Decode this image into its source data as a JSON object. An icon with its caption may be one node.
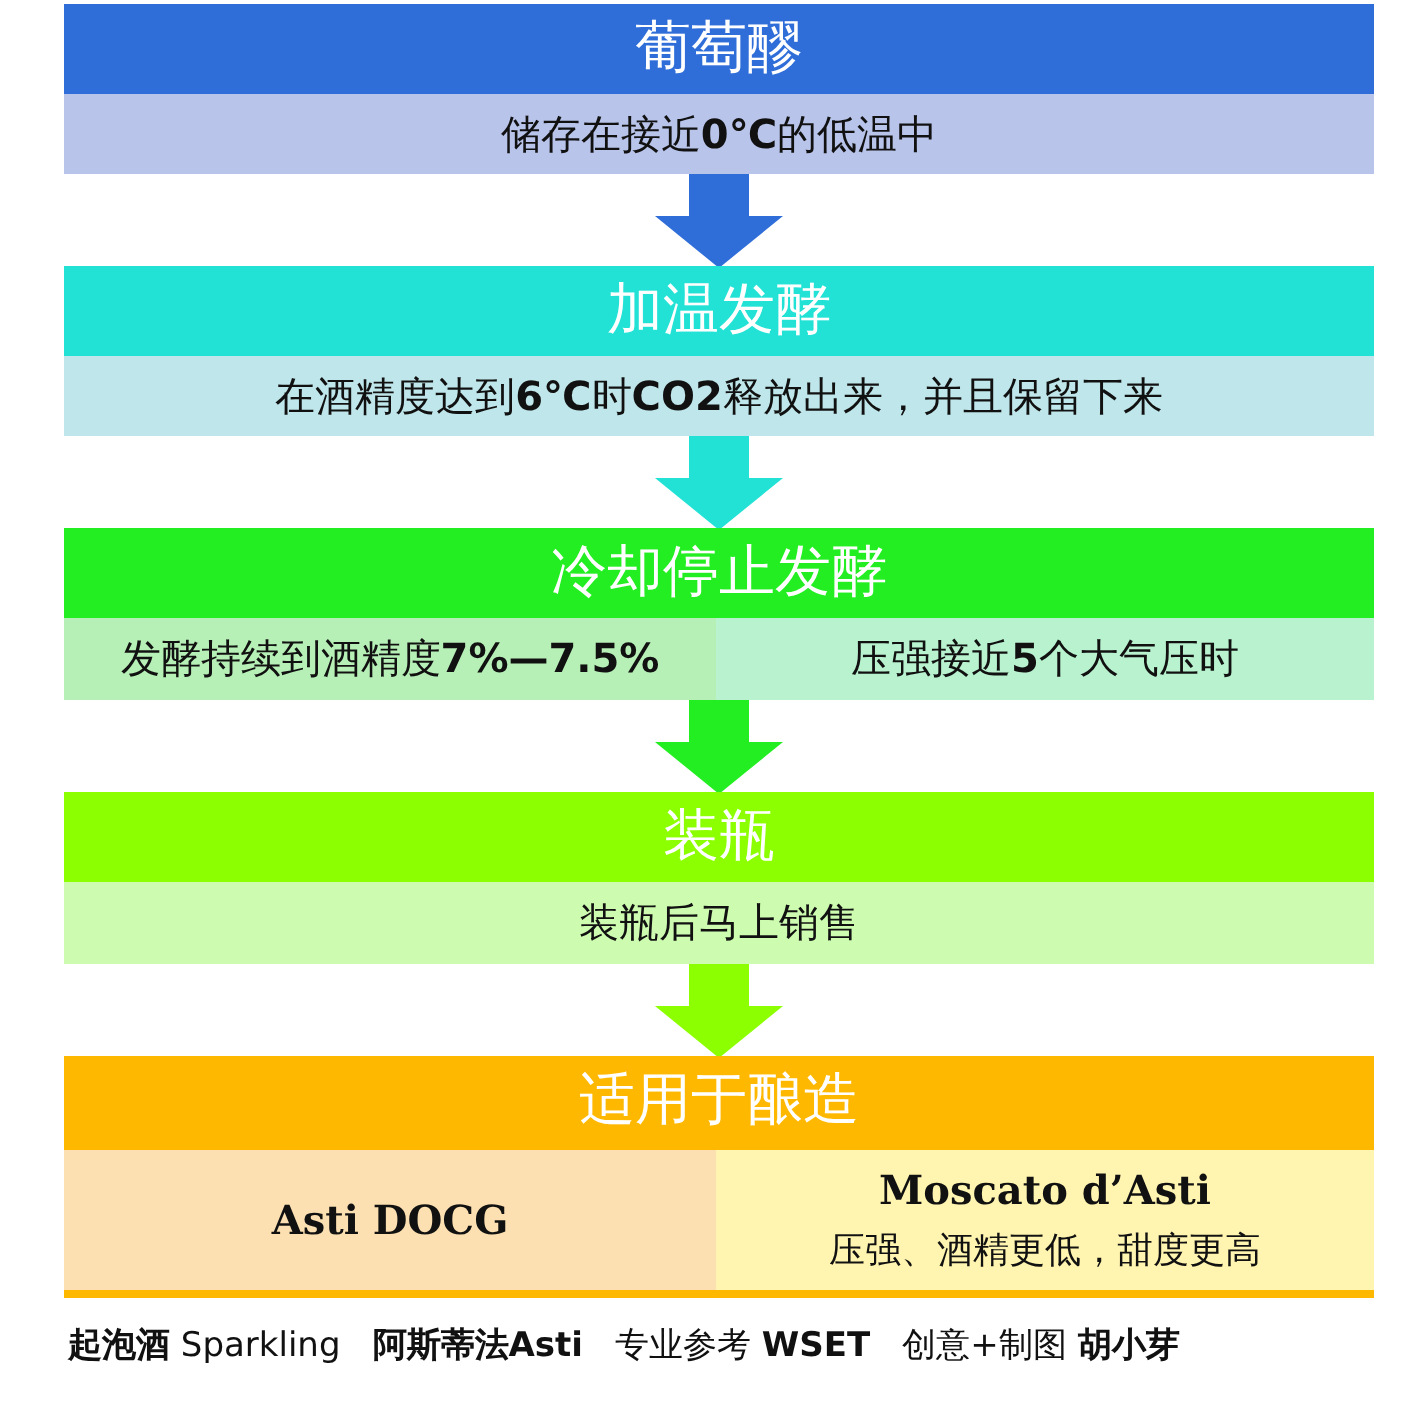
{
  "diagram": {
    "nodes": [
      {
        "text": [
          "葡萄醪"
        ]
      },
      {
        "text": [
          "储存在接近**0℃**的低温中"
        ],
        "in": 0
      },
      {
        "text": [
          "加温发酵"
        ]
      },
      {
        "text": [
          "在酒精度达到**6℃**时**CO2**释放出来，并且保留下来"
        ],
        "in": 2
      },
      {
        "text": [
          "冷却停止发酵"
        ]
      },
      {
        "text": [
          "发酵持续到酒精度**7%—7.5%**"
        ],
        "in": 4
      },
      {
        "text": [
          "压强接近**5**个大气压时"
        ],
        "in": 4
      },
      {
        "text": [
          "装瓶"
        ]
      },
      {
        "text": [
          "装瓶后马上销售"
        ],
        "in": 7
      },
      {
        "text": [
          "适用于酿造"
        ]
      },
      {
        "text": [
          "Asti DOCG"
        ],
        "in": 9
      },
      {
        "text": [
          "Moscato d’Asti",
          "压强、酒精更低，甜度更高"
        ],
        "in": 9
      }
    ],
    "edges": [
      {
        "from": 0,
        "to": 2,
        "arrow": "to",
        "color": "#2f6ed8"
      },
      {
        "from": 2,
        "to": 4,
        "arrow": "to",
        "color": "#22e2d6"
      },
      {
        "from": 4,
        "to": 7,
        "arrow": "to",
        "color": "#22ee22"
      },
      {
        "from": 7,
        "to": 9,
        "arrow": "to",
        "color": "#8cff00"
      }
    ],
    "labels": [
      "**起泡酒** Sparkling",
      "**阿斯蒂法Asti**",
      "专业参考 **WSET**",
      "创意+制图 **胡小芽**"
    ]
  }
}
